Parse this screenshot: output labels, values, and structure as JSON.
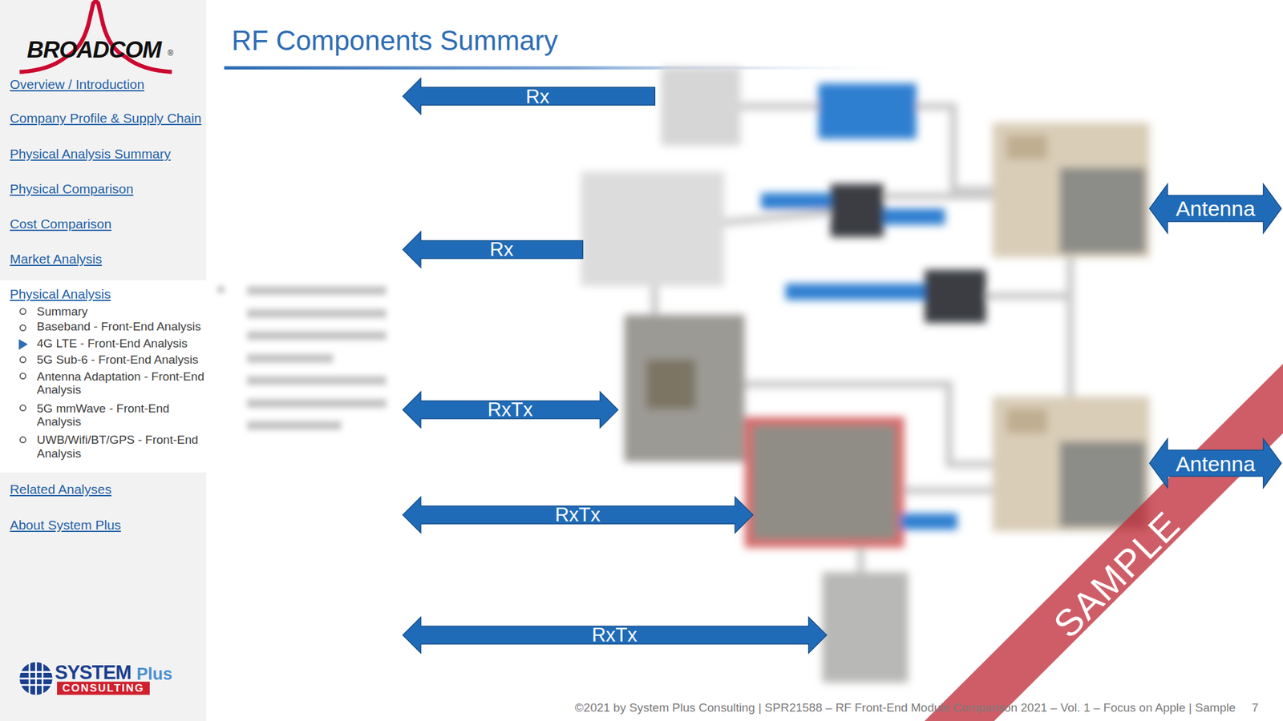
{
  "diagram": {
    "title": "RF Components Summary",
    "nodes": [
      {
        "text": [
          "Rx"
        ]
      },
      {
        "text": [
          "Antenna"
        ]
      },
      {
        "text": [
          "Rx"
        ]
      },
      {
        "text": [
          "RxTx"
        ]
      },
      {
        "text": [
          "Antenna"
        ]
      },
      {
        "text": [
          "RxTx"
        ]
      },
      {
        "text": [
          "RxTx"
        ]
      }
    ],
    "labels": [
      "BROADCOM",
      "®",
      "Overview / Introduction",
      "Company Profile & Supply Chain",
      "Physical Analysis Summary",
      "Physical Comparison",
      "Cost Comparison",
      "Market Analysis",
      "Physical Analysis",
      "Summary",
      "Baseband - Front-End Analysis",
      "4G LTE - Front-End Analysis",
      "5G Sub-6 - Front-End Analysis",
      "Antenna Adaptation - Front-End Analysis",
      "5G mmWave - Front-End Analysis",
      "UWB/Wifi/BT/GPS - Front-End Analysis",
      "Related Analyses",
      "About System Plus",
      "SYSTEM",
      "Plus",
      "CONSULTING",
      "SAMPLE",
      "©2021 by System Plus Consulting | SPR21588 – RF Front-End Module Comparison 2021 – Vol. 1 – Focus on Apple | Sample",
      "7"
    ]
  }
}
